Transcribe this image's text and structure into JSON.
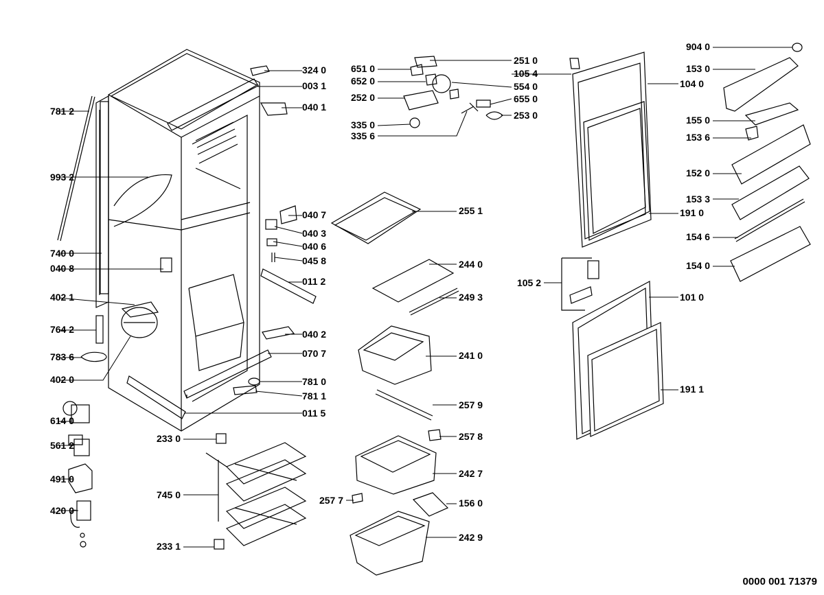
{
  "diagram_id": "0000 001 71379",
  "parts": [
    {
      "id": "p3240",
      "label": "324 0"
    },
    {
      "id": "p0031",
      "label": "003 1"
    },
    {
      "id": "p0401",
      "label": "040 1"
    },
    {
      "id": "p7812",
      "label": "781 2"
    },
    {
      "id": "p9932",
      "label": "993 2"
    },
    {
      "id": "p0407",
      "label": "040 7"
    },
    {
      "id": "p0403",
      "label": "040 3"
    },
    {
      "id": "p0406",
      "label": "040 6"
    },
    {
      "id": "p0458",
      "label": "045 8"
    },
    {
      "id": "p7400",
      "label": "740 0"
    },
    {
      "id": "p0408",
      "label": "040 8"
    },
    {
      "id": "p0112",
      "label": "011 2"
    },
    {
      "id": "p4021",
      "label": "402 1"
    },
    {
      "id": "p7642",
      "label": "764 2"
    },
    {
      "id": "p0402",
      "label": "040 2"
    },
    {
      "id": "p7836",
      "label": "783 6"
    },
    {
      "id": "p0707",
      "label": "070 7"
    },
    {
      "id": "p4020",
      "label": "402 0"
    },
    {
      "id": "p7810",
      "label": "781 0"
    },
    {
      "id": "p7811",
      "label": "781 1"
    },
    {
      "id": "p6140",
      "label": "614 0"
    },
    {
      "id": "p0115",
      "label": "011 5"
    },
    {
      "id": "p5612",
      "label": "561 2"
    },
    {
      "id": "p4910",
      "label": "491 0"
    },
    {
      "id": "p4200",
      "label": "420 0"
    },
    {
      "id": "p2330",
      "label": "233 0"
    },
    {
      "id": "p7450",
      "label": "745 0"
    },
    {
      "id": "p2331",
      "label": "233 1"
    },
    {
      "id": "p6510",
      "label": "651 0"
    },
    {
      "id": "p6520",
      "label": "652 0"
    },
    {
      "id": "p2520",
      "label": "252 0"
    },
    {
      "id": "p3350",
      "label": "335 0"
    },
    {
      "id": "p3356",
      "label": "335 6"
    },
    {
      "id": "p2510",
      "label": "251 0"
    },
    {
      "id": "p1054",
      "label": "105 4"
    },
    {
      "id": "p5540",
      "label": "554 0"
    },
    {
      "id": "p6550",
      "label": "655 0"
    },
    {
      "id": "p2530",
      "label": "253 0"
    },
    {
      "id": "p2551",
      "label": "255 1"
    },
    {
      "id": "p2440",
      "label": "244 0"
    },
    {
      "id": "p2493",
      "label": "249 3"
    },
    {
      "id": "p2410",
      "label": "241 0"
    },
    {
      "id": "p2579",
      "label": "257 9"
    },
    {
      "id": "p2578",
      "label": "257 8"
    },
    {
      "id": "p2427",
      "label": "242 7"
    },
    {
      "id": "p2577",
      "label": "257 7"
    },
    {
      "id": "p1560",
      "label": "156 0"
    },
    {
      "id": "p2429",
      "label": "242 9"
    },
    {
      "id": "p1040",
      "label": "104 0"
    },
    {
      "id": "p1910",
      "label": "191 0"
    },
    {
      "id": "p1052",
      "label": "105 2"
    },
    {
      "id": "p1010",
      "label": "101 0"
    },
    {
      "id": "p1911",
      "label": "191 1"
    },
    {
      "id": "p9040",
      "label": "904 0"
    },
    {
      "id": "p1530",
      "label": "153 0"
    },
    {
      "id": "p1550",
      "label": "155 0"
    },
    {
      "id": "p1536",
      "label": "153 6"
    },
    {
      "id": "p1520",
      "label": "152 0"
    },
    {
      "id": "p1533",
      "label": "153 3"
    },
    {
      "id": "p1546",
      "label": "154 6"
    },
    {
      "id": "p1540",
      "label": "154 0"
    }
  ]
}
